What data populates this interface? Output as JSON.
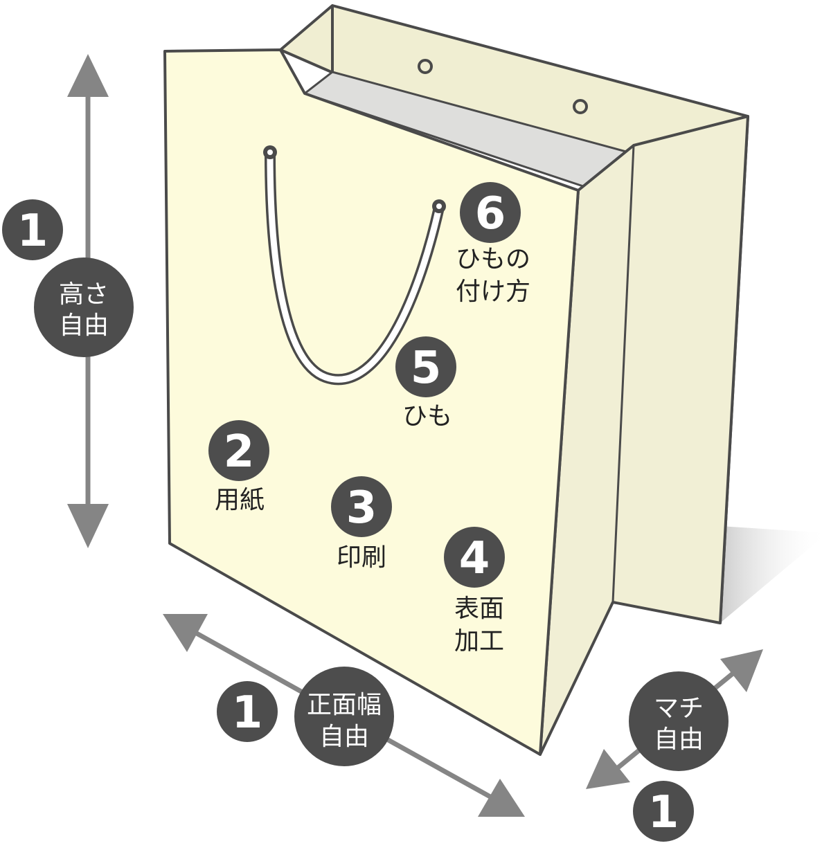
{
  "colors": {
    "bag_front": "#fdfbdc",
    "bag_side": "#f1efd5",
    "bag_back": "#f0eed2",
    "bag_inner": "#dededc",
    "outline": "#4a4a4a",
    "arrow": "#858585",
    "badge": "#4d4d4d",
    "badge_text": "#ffffff",
    "label_text": "#222222"
  },
  "dimensions": {
    "height": {
      "number": "1",
      "line1": "高さ",
      "line2": "自由"
    },
    "width": {
      "number": "1",
      "line1": "正面幅",
      "line2": "自由"
    },
    "gusset": {
      "number": "1",
      "line1": "マチ",
      "line2": "自由"
    }
  },
  "parts": {
    "paper": {
      "number": "2",
      "line1": "用紙"
    },
    "printing": {
      "number": "3",
      "line1": "印刷"
    },
    "finish": {
      "number": "4",
      "line1": "表面",
      "line2": "加工"
    },
    "handle": {
      "number": "5",
      "line1": "ひも"
    },
    "handle_attach": {
      "number": "6",
      "line1": "ひもの",
      "line2": "付け方"
    }
  }
}
